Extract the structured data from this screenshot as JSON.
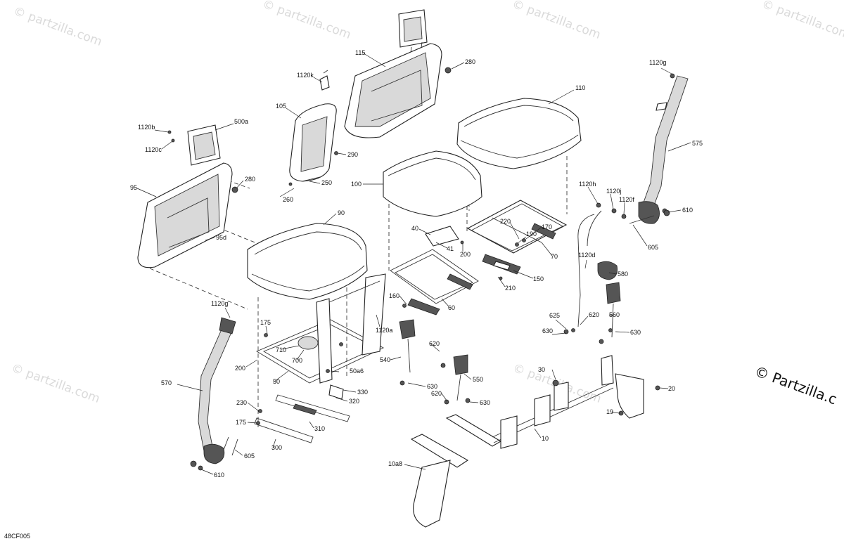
{
  "watermark": "© partzilla.com",
  "copyright": "© Partzilla.c",
  "figure_ref": "48CF005",
  "callouts": {
    "c115": "115",
    "c280a": "280",
    "c1120k": "1120k",
    "c110": "110",
    "c1120g_top": "1120g",
    "c105": "105",
    "c1120b": "1120b",
    "c500a": "500a",
    "c1120c": "1120c",
    "c290": "290",
    "c575": "575",
    "c280b": "280",
    "c95": "95",
    "c250": "250",
    "c260": "260",
    "c100": "100",
    "c1120h": "1120h",
    "c1120j": "1120j",
    "c1120f": "1120f",
    "c610a": "610",
    "c90": "90",
    "c95d": "95d",
    "c40": "40",
    "c220": "220",
    "c190": "190",
    "c170": "170",
    "c41": "41",
    "c200a": "200",
    "c70": "70",
    "c605a": "605",
    "c1120d": "1120d",
    "c580": "580",
    "c150": "150",
    "c210": "210",
    "c160": "160",
    "c60": "60",
    "c1120g_left": "1120g",
    "c1120a": "1120a",
    "c625": "625",
    "c620a": "620",
    "c560": "560",
    "c630a": "630",
    "c630b": "630",
    "c175a": "175",
    "c620b": "620",
    "c710": "710",
    "c700": "700",
    "c540": "540",
    "c200b": "200",
    "c50a6": "50a6",
    "c50": "50",
    "c570": "570",
    "c550": "550",
    "c30": "30",
    "c20": "20",
    "c630c": "630",
    "c620c": "620",
    "c630d": "630",
    "c330": "330",
    "c320": "320",
    "c230": "230",
    "c19": "19",
    "c175b": "175",
    "c310": "310",
    "c10": "10",
    "c300": "300",
    "c605b": "605",
    "c10a8": "10a8",
    "c610b": "610"
  }
}
